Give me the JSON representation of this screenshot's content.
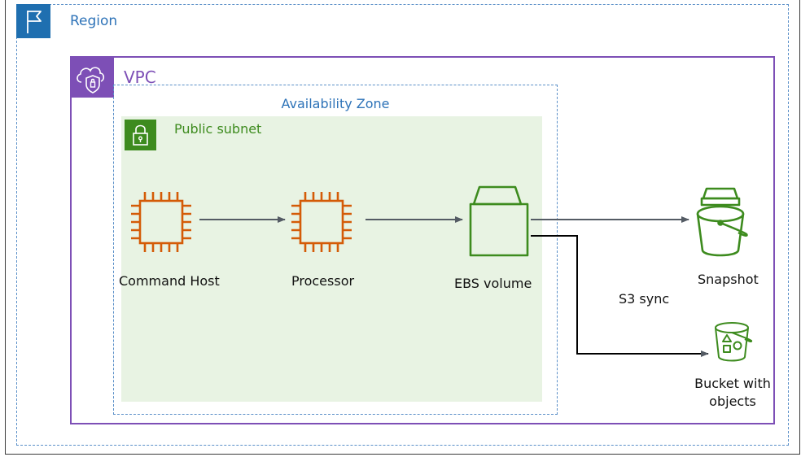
{
  "region": {
    "label": "Region"
  },
  "vpc": {
    "label": "VPC"
  },
  "availability_zone": {
    "label": "Availability Zone"
  },
  "public_subnet": {
    "label": "Public subnet"
  },
  "nodes": {
    "command_host": "Command Host",
    "processor": "Processor",
    "ebs_volume": "EBS volume",
    "snapshot": "Snapshot",
    "bucket_line1": "Bucket with",
    "bucket_line2": "objects"
  },
  "edges": {
    "s3_sync": "S3 sync"
  },
  "icons": {
    "region": "flag-icon",
    "vpc": "cloud-shield-icon",
    "subnet": "padlock-icon",
    "command_host": "ec2-instance-icon",
    "processor": "ec2-instance-icon",
    "ebs_volume": "ebs-volume-icon",
    "snapshot": "s3-bucket-icon",
    "bucket": "s3-bucket-objects-icon"
  },
  "colors": {
    "region": "#2e73b8",
    "vpc": "#7d4fb6",
    "subnet": "#3d8b1e",
    "subnet_fill": "#e8f3e3",
    "compute": "#d45b07",
    "storage": "#3d8b1e",
    "arrow": "#545b64"
  }
}
